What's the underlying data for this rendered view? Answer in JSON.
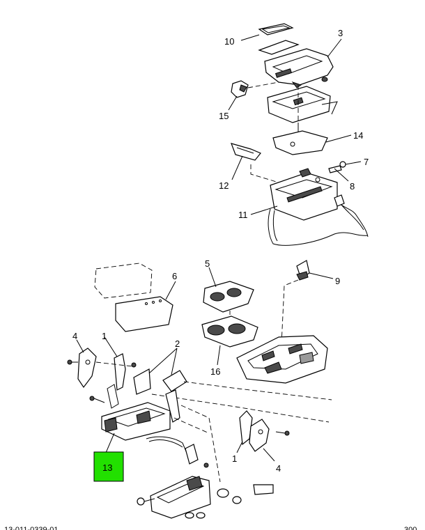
{
  "diagram": {
    "highlight_color": "#22e000",
    "callouts": {
      "c10": "10",
      "c3": "3",
      "c15": "15",
      "c14": "14",
      "c7": "7",
      "c12": "12",
      "c8": "8",
      "c11": "11",
      "c5": "5",
      "c9": "9",
      "c6": "6",
      "c4a": "4",
      "c1a": "1",
      "c2": "2",
      "c16": "16",
      "c13": "13",
      "c1b": "1",
      "c4b": "4"
    },
    "footer_left": "13-011-0339-01",
    "footer_right": "300"
  }
}
